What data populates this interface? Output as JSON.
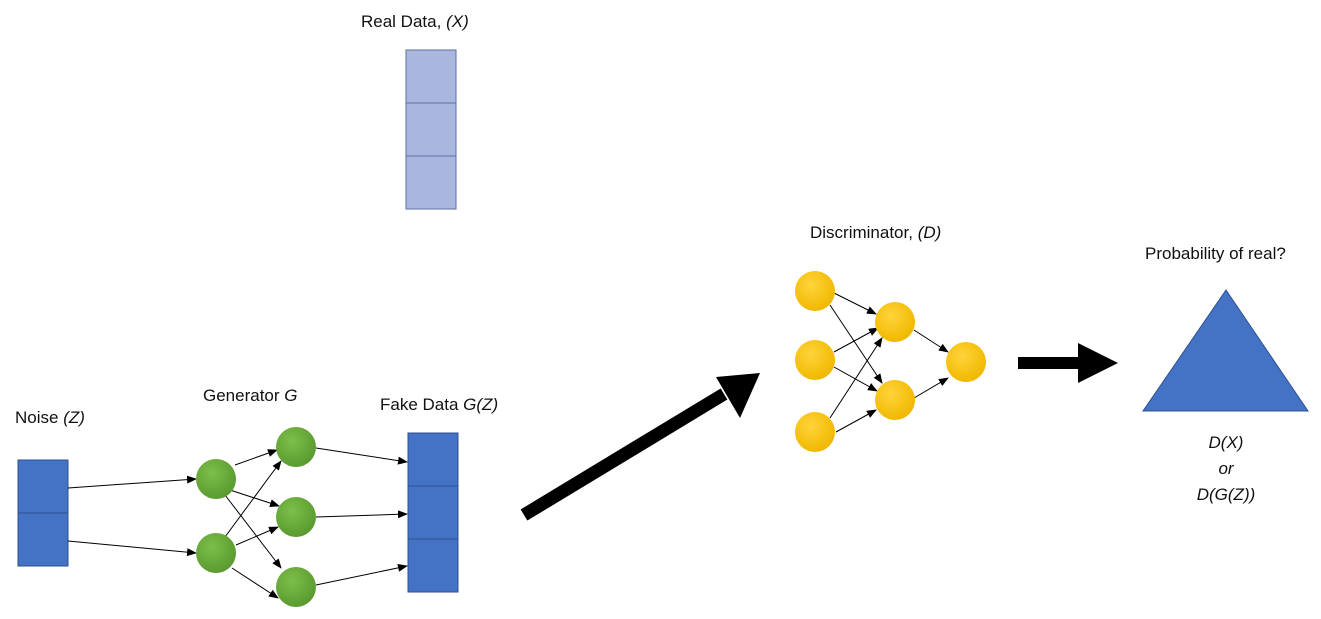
{
  "labels": {
    "real_data": "Real Data,",
    "real_data_sym": "(X)",
    "noise": "Noise",
    "noise_sym": "(Z)",
    "generator": "Generator",
    "generator_sym": "G",
    "fake_data": "Fake Data",
    "fake_data_sym": "G(Z)",
    "discriminator": "Discriminator,",
    "discriminator_sym": "(D)",
    "probability": "Probability of real?",
    "out_dx": "D(X)",
    "out_or": "or",
    "out_dgz": "D(G(Z))"
  },
  "colors": {
    "real_vector": "#a9b7df",
    "blue_vector": "#4472c4",
    "generator_node": "#6aaa3c",
    "discriminator_node": "#f5c000",
    "triangle": "#4472c4",
    "arrow": "#000000"
  }
}
